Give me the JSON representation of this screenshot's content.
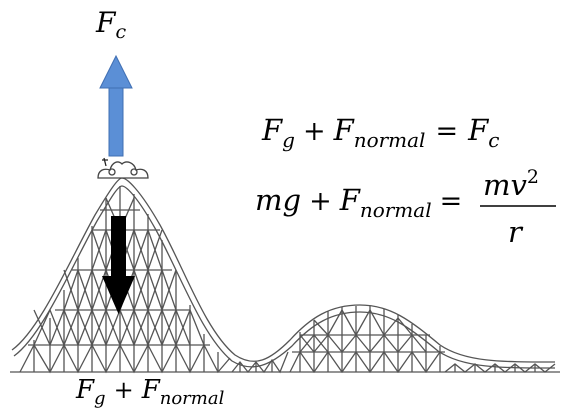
{
  "labels": {
    "force_centripetal": {
      "main": "F",
      "sub": "c"
    },
    "force_bottom": {
      "f1": "F",
      "s1": "g",
      "plus": "+",
      "f2": "F",
      "s2": "normal"
    }
  },
  "equations": {
    "line1": {
      "f1": "F",
      "s1": "g",
      "plus": "+",
      "f2": "F",
      "s2": "normal",
      "eq": "=",
      "f3": "F",
      "s3": "c"
    },
    "line2": {
      "lhs_mg": "mg",
      "plus": "+",
      "f": "F",
      "s": "normal",
      "eq": "=",
      "num_mv": "mv",
      "num_exp": "2",
      "den": "r"
    }
  },
  "colors": {
    "up_arrow": "#5b8fd6",
    "up_arrow_stroke": "#3f6fb3",
    "down_arrow": "#000000",
    "track": "#555555"
  }
}
